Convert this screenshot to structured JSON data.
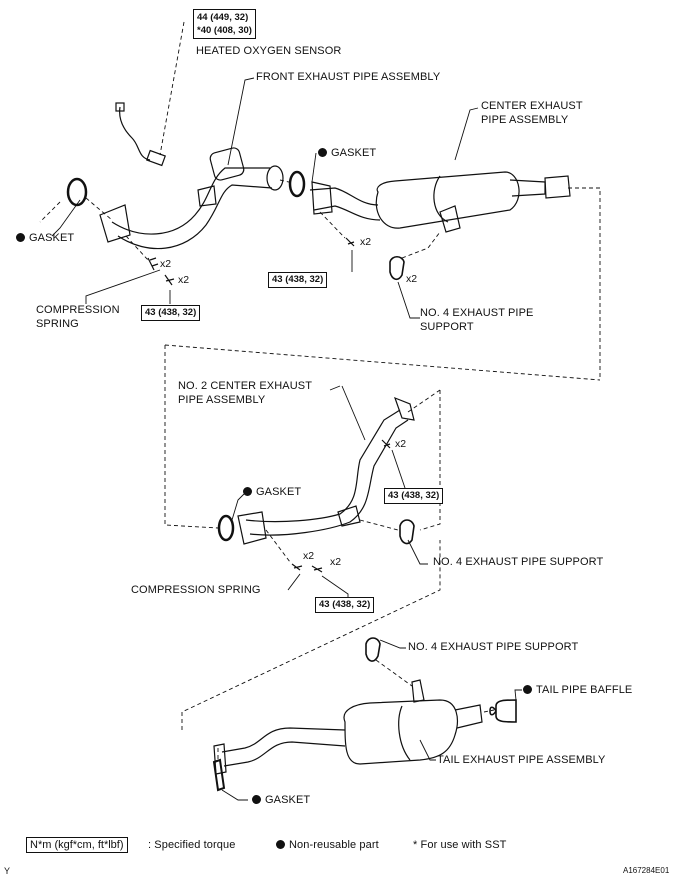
{
  "torques": {
    "sensor_line1": "44 (449, 32)",
    "sensor_line2": "*40 (408, 30)",
    "t43": "43 (438, 32)"
  },
  "labels": {
    "heated_oxygen_sensor": "HEATED OXYGEN SENSOR",
    "front_exhaust_pipe_assembly": "FRONT EXHAUST PIPE ASSEMBLY",
    "center_exhaust_line1": "CENTER EXHAUST",
    "center_exhaust_line2": "PIPE ASSEMBLY",
    "gasket": "GASKET",
    "compression_line1": "COMPRESSION",
    "compression_line2": "SPRING",
    "compression_spring": "COMPRESSION SPRING",
    "no4_line1": "NO. 4 EXHAUST PIPE",
    "no4_line2": "SUPPORT",
    "no4_support": "NO. 4 EXHAUST PIPE SUPPORT",
    "no2_line1": "NO. 2 CENTER EXHAUST",
    "no2_line2": "PIPE ASSEMBLY",
    "tail_pipe_baffle": "TAIL PIPE BAFFLE",
    "tail_exhaust_pipe_assembly": "TAIL EXHAUST PIPE ASSEMBLY",
    "x2": "x2"
  },
  "legend": {
    "torque_unit": "N*m (kgf*cm, ft*lbf)",
    "specified_torque": ": Specified torque",
    "non_reusable": "Non-reusable part",
    "sst": "* For use with SST"
  },
  "corner": {
    "left": "Y",
    "right": "A167284E01"
  }
}
